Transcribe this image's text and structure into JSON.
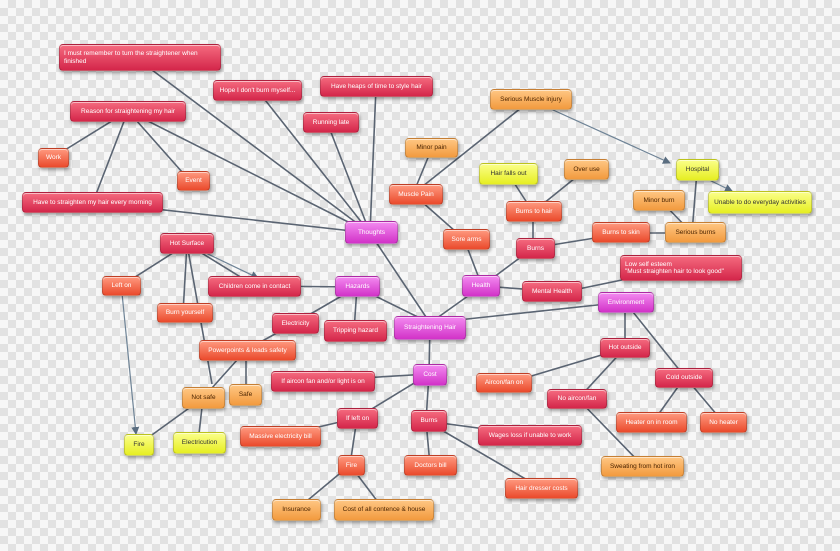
{
  "nodes": {
    "remember": "I must remember to turn the straightener when finished",
    "hope": "Hope I don't burn myself...",
    "heaps": "Have heaps of time to style hair",
    "reason": "Reason for straightening my hair",
    "running_late": "Running late",
    "work": "Work",
    "event": "Event",
    "have_to": "Have to straighten my hair every morning",
    "thoughts": "Thoughts",
    "minor_pain": "Minor pain",
    "muscle_pain": "Muscle Pain",
    "serious_muscle": "Serious Muscle injury",
    "hair_falls": "Hair falls out",
    "over_use": "Over use",
    "burns_to_hair": "Burns to hair",
    "hospital": "Hospital",
    "unable": "Unable to do everyday activities",
    "minor_burn": "Minor burn",
    "burns_to_skin": "Burns to skin",
    "serious_burns": "Serious burns",
    "sore_arms": "Sore arms",
    "burns_mid": "Burns",
    "hot_surface": "Hot Surface",
    "left_on": "Left on",
    "children": "Children come in contact",
    "hazards": "Hazards",
    "health": "Health",
    "mental_health": "Mental Health",
    "low_self": "Low self esteem\n\"Must straighten hair to look good\"",
    "burn_yourself": "Burn yourself",
    "electricity": "Electricity",
    "tripping": "Tripping hazard",
    "straightening": "Straightening Hair",
    "environment": "Environment",
    "powerpoints": "Powerpoints & leads safety",
    "hot_outside": "Hot outside",
    "cost": "Cost",
    "aircon_on": "Aircon/fan on",
    "iron_fan": "If aircon fan and/or light is on",
    "no_aircon": "No aircon/fan",
    "cold_outside": "Cold outside",
    "not_safe": "Not safe",
    "safe": "Safe",
    "if_left_on": "If left on",
    "burns_low": "Burns",
    "wages": "Wages loss if unable to work",
    "heater_on": "Heater on in room",
    "no_heater": "No heater",
    "fire_left": "Fire",
    "electrocution": "Electricution",
    "massive_bill": "Massive electricity bill",
    "fire_mid": "Fire",
    "doctors": "Doctors bill",
    "sweating": "Sweating from hot iron",
    "hairdresser": "Hair dresser costs",
    "insurance": "Insurance",
    "contents": "Cost of all contence & house"
  }
}
